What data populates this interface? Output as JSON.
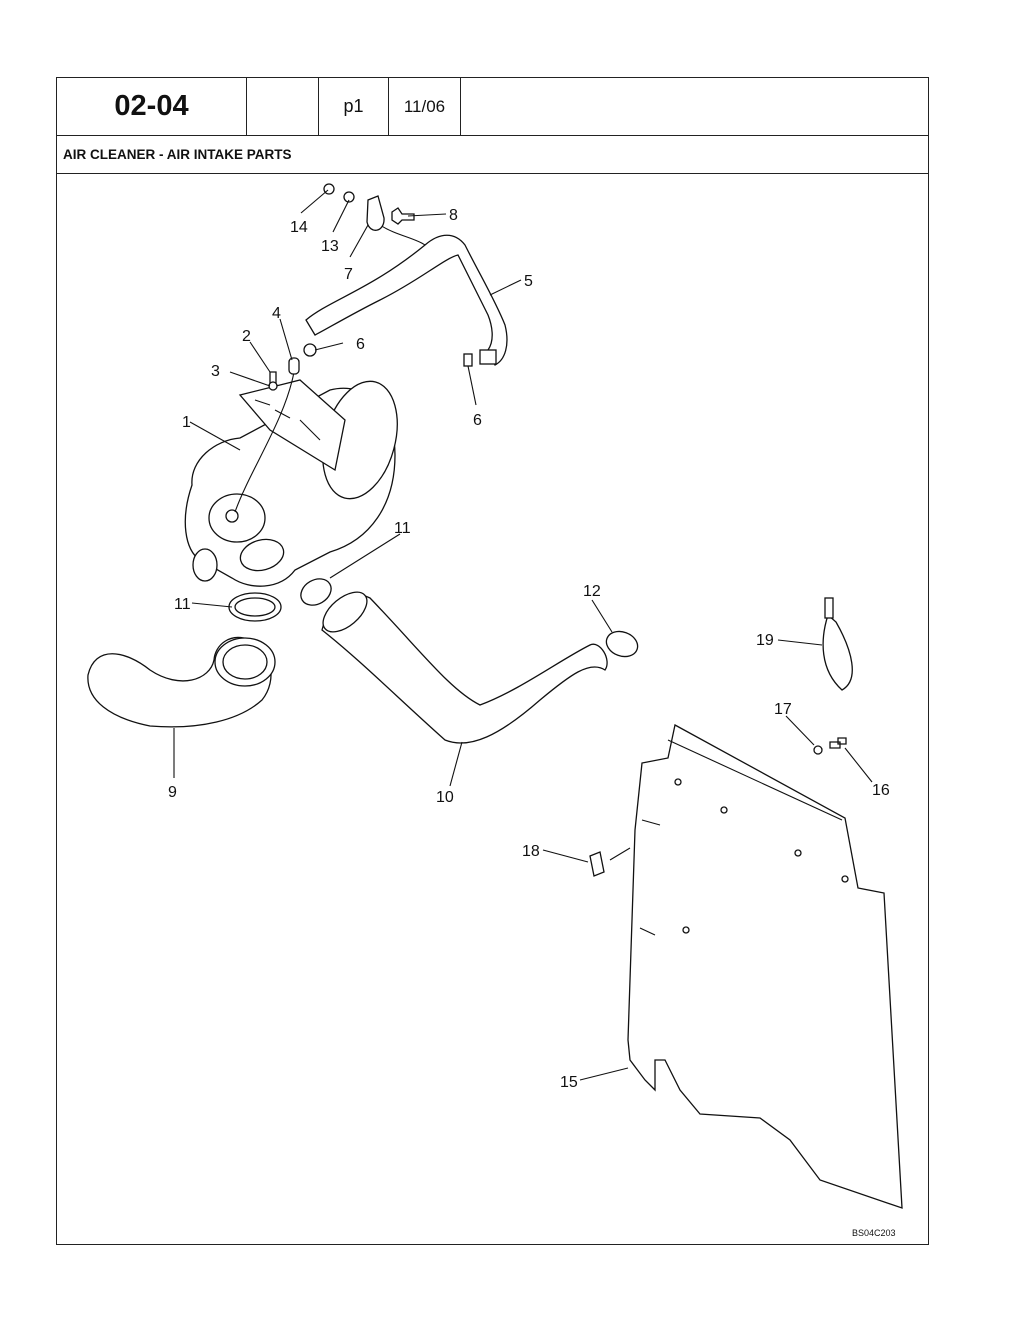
{
  "header": {
    "section_number": "02-04",
    "blank_cell": "",
    "page": "p1",
    "date": "11/06"
  },
  "title": "AIR CLEANER - AIR INTAKE PARTS",
  "diagram": {
    "callouts": {
      "c1": "1",
      "c2": "2",
      "c3": "3",
      "c4": "4",
      "c5": "5",
      "c6a": "6",
      "c6b": "6",
      "c7": "7",
      "c8": "8",
      "c9": "9",
      "c10": "10",
      "c11a": "11",
      "c11b": "11",
      "c12": "12",
      "c13": "13",
      "c14": "14",
      "c15": "15",
      "c16": "16",
      "c17": "17",
      "c18": "18",
      "c19": "19"
    },
    "drawing_code": "BS04C203"
  }
}
